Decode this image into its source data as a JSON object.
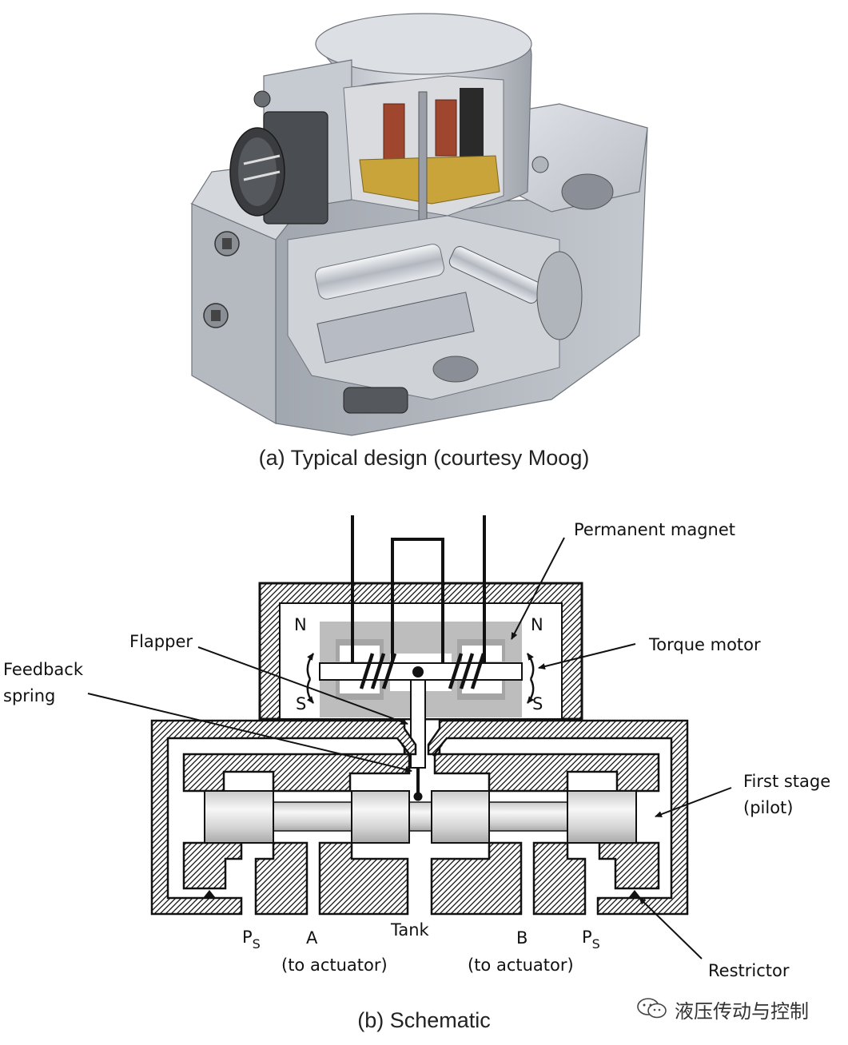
{
  "captions": {
    "a": "(a)  Typical design (courtesy Moog)",
    "b": "(b)  Schematic"
  },
  "labels": {
    "permanent_magnet": "Permanent magnet",
    "torque_motor": "Torque motor",
    "flapper": "Flapper",
    "feedback_line1": "Feedback",
    "feedback_line2": "spring",
    "first_stage_line1": "First stage",
    "first_stage_line2": "(pilot)",
    "restrictor": "Restrictor",
    "n": "N",
    "s": "S",
    "p": "P",
    "ps_sub": "S",
    "a": "A",
    "b": "B",
    "tank": "Tank",
    "to_actuator": "(to actuator)"
  },
  "watermark": {
    "text": "液压传动与控制",
    "icon": "wechat-icon"
  },
  "colors": {
    "housing": "#c9ccd2",
    "housing_dark": "#8e939c",
    "coil": "#a0462e",
    "brass": "#c9a43a",
    "magnet_gray": "#bdbdbd",
    "outline": "#111111"
  }
}
